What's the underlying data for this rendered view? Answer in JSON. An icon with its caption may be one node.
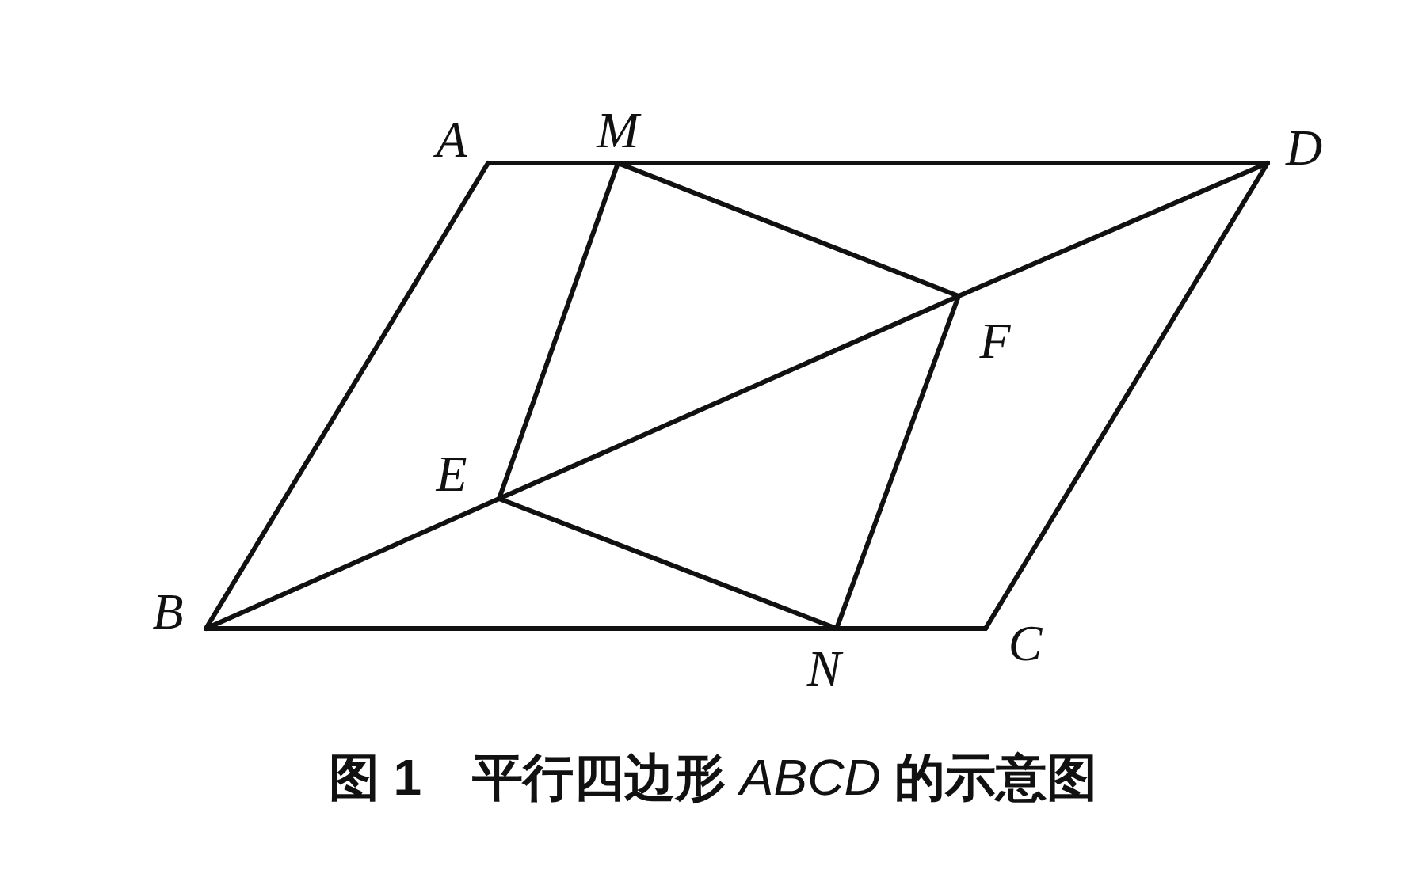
{
  "diagram": {
    "caption": "图 1　平行四边形 *ABCD* 的示意图",
    "nodes": [
      {
        "text": [
          "A"
        ]
      },
      {
        "text": [
          "M"
        ]
      },
      {
        "text": [
          "D"
        ]
      },
      {
        "text": [
          "F"
        ]
      },
      {
        "text": [
          "E"
        ]
      },
      {
        "text": [
          "B"
        ]
      },
      {
        "text": [
          "N"
        ]
      },
      {
        "text": [
          "C"
        ]
      }
    ],
    "edges": [
      {
        "from": 0,
        "to": 1,
        "arrow": "none"
      },
      {
        "from": 1,
        "to": 2,
        "arrow": "none"
      },
      {
        "from": 0,
        "to": 5,
        "arrow": "none"
      },
      {
        "from": 5,
        "to": 6,
        "arrow": "none"
      },
      {
        "from": 6,
        "to": 7,
        "arrow": "none"
      },
      {
        "from": 7,
        "to": 2,
        "arrow": "none"
      },
      {
        "from": 5,
        "to": 4,
        "arrow": "none"
      },
      {
        "from": 4,
        "to": 3,
        "arrow": "none"
      },
      {
        "from": 3,
        "to": 2,
        "arrow": "none"
      },
      {
        "from": 1,
        "to": 4,
        "arrow": "none"
      },
      {
        "from": 1,
        "to": 3,
        "arrow": "none"
      },
      {
        "from": 4,
        "to": 6,
        "arrow": "none"
      },
      {
        "from": 3,
        "to": 6,
        "arrow": "none"
      }
    ]
  }
}
